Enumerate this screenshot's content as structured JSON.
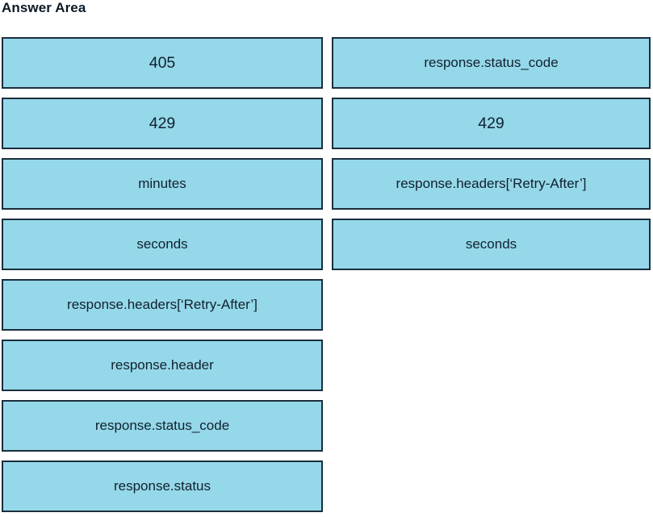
{
  "page": {
    "title": "Answer Area",
    "fill_color": "#95d8e9",
    "border_color": "#1b2e3d",
    "text_color": "#10212f",
    "background_color": "#ffffff"
  },
  "columns": {
    "left": {
      "name": "options-column-left",
      "items": [
        {
          "label": "405",
          "numeric": true
        },
        {
          "label": "429",
          "numeric": true
        },
        {
          "label": "minutes",
          "numeric": false
        },
        {
          "label": "seconds",
          "numeric": false
        },
        {
          "label": "response.headers[‘Retry-After’]",
          "numeric": false
        },
        {
          "label": "response.header",
          "numeric": false
        },
        {
          "label": "response.status_code",
          "numeric": false
        },
        {
          "label": "response.status",
          "numeric": false
        }
      ]
    },
    "right": {
      "name": "answers-column-right",
      "items": [
        {
          "label": "response.status_code",
          "numeric": false
        },
        {
          "label": "429",
          "numeric": true
        },
        {
          "label": "response.headers[‘Retry-After’]",
          "numeric": false
        },
        {
          "label": "seconds",
          "numeric": false
        }
      ]
    }
  }
}
